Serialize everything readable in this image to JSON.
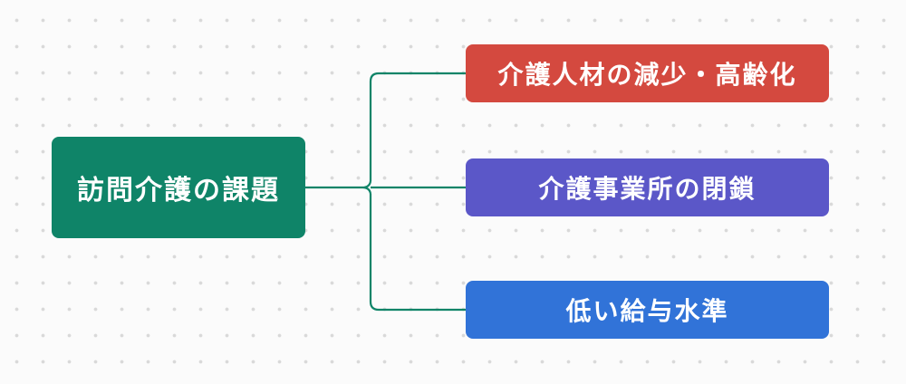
{
  "diagram": {
    "root": {
      "label": "訪問介護の課題",
      "color": "#0f8468"
    },
    "children": [
      {
        "label": "介護人材の減少・高齢化",
        "color": "#d4493f"
      },
      {
        "label": "介護事業所の閉鎖",
        "color": "#5b57c8"
      },
      {
        "label": "低い給与水準",
        "color": "#3173d8"
      }
    ],
    "connector_color": "#0f8468"
  }
}
